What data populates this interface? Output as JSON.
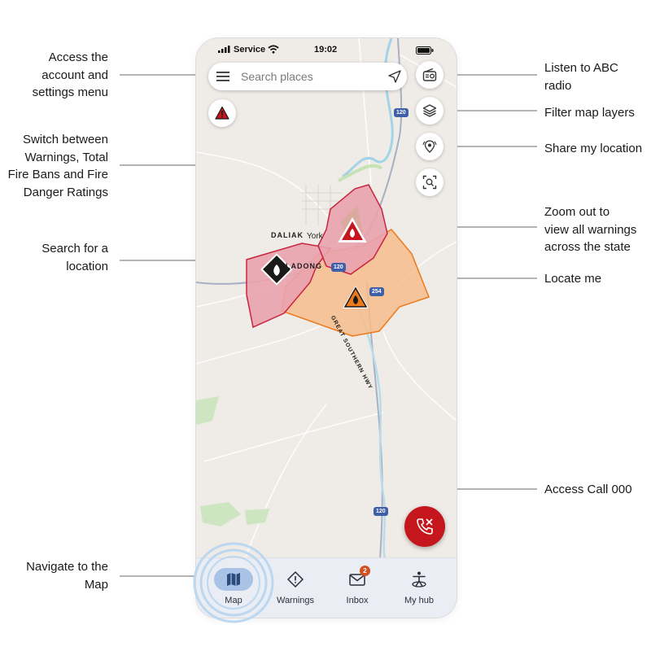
{
  "callouts": {
    "menu": "Access the\naccount and\nsettings menu",
    "switch": "Switch between\nWarnings, Total\nFire Bans and Fire\nDanger Ratings",
    "search": "Search for a\nlocation",
    "navigate": "Navigate to the\nMap",
    "radio": "Listen to ABC\nradio",
    "layers": "Filter map layers",
    "share": "Share my location",
    "zoom": "Zoom out to\nview all warnings\nacross the state",
    "locate": "Locate me",
    "call": "Access Call 000"
  },
  "status_bar": {
    "carrier": "Service",
    "time": "19:02"
  },
  "search": {
    "placeholder": "Search places"
  },
  "map": {
    "labels": {
      "dalliak": "DALIAK",
      "york": "York",
      "gwaladong": "LADONG",
      "highway": "GREAT SOUTHERN HWY"
    },
    "road_shields": [
      "120",
      "120",
      "254",
      "120"
    ],
    "colors": {
      "land": "#efebe7",
      "warning_red": "#e9a3ae",
      "warning_red_border": "#c8243f",
      "warning_orange": "#f6bd8c",
      "warning_orange_border": "#ec7a1c",
      "river": "#a9d3e4",
      "park": "#cde6c1"
    }
  },
  "icons": {
    "warning_toggle": "warning-triangle-icon",
    "menu": "hamburger-menu-icon",
    "locate": "navigation-arrow-icon",
    "radio": "radio-icon",
    "layers": "layers-icon",
    "share": "share-location-icon",
    "zoom": "zoom-extent-icon",
    "call": "phone-icon"
  },
  "nav": {
    "items": [
      {
        "label": "Map",
        "icon": "map-icon",
        "active": true
      },
      {
        "label": "Warnings",
        "icon": "warning-diamond-icon"
      },
      {
        "label": "Inbox",
        "icon": "mail-icon",
        "badge": "2"
      },
      {
        "label": "My hub",
        "icon": "person-hub-icon"
      }
    ]
  },
  "colors": {
    "accent_red": "#c4161c",
    "nav_bg": "#eaedf3",
    "nav_active_pill": "#a9c3e6",
    "highlight_ring": "#bcd8f0"
  }
}
